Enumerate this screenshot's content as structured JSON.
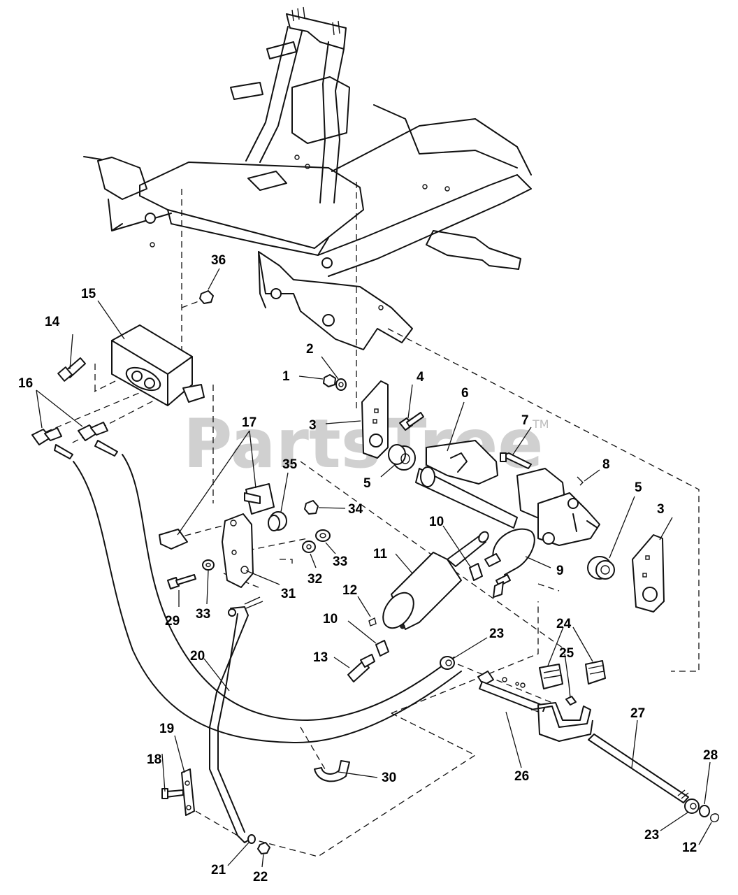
{
  "watermark": {
    "text": "PartsTree",
    "trademark": "TM"
  },
  "callouts": [
    {
      "label": "1"
    },
    {
      "label": "2"
    },
    {
      "label": "3"
    },
    {
      "label": "3"
    },
    {
      "label": "3"
    },
    {
      "label": "4"
    },
    {
      "label": "5"
    },
    {
      "label": "5"
    },
    {
      "label": "6"
    },
    {
      "label": "7"
    },
    {
      "label": "8"
    },
    {
      "label": "9"
    },
    {
      "label": "10"
    },
    {
      "label": "10"
    },
    {
      "label": "11"
    },
    {
      "label": "12"
    },
    {
      "label": "12"
    },
    {
      "label": "13"
    },
    {
      "label": "14"
    },
    {
      "label": "15"
    },
    {
      "label": "16"
    },
    {
      "label": "17"
    },
    {
      "label": "18"
    },
    {
      "label": "19"
    },
    {
      "label": "20"
    },
    {
      "label": "21"
    },
    {
      "label": "22"
    },
    {
      "label": "23"
    },
    {
      "label": "23"
    },
    {
      "label": "24"
    },
    {
      "label": "25"
    },
    {
      "label": "26"
    },
    {
      "label": "27"
    },
    {
      "label": "28"
    },
    {
      "label": "29"
    },
    {
      "label": "30"
    },
    {
      "label": "31"
    },
    {
      "label": "32"
    },
    {
      "label": "33"
    },
    {
      "label": "33"
    },
    {
      "label": "34"
    },
    {
      "label": "35"
    },
    {
      "label": "36"
    }
  ]
}
